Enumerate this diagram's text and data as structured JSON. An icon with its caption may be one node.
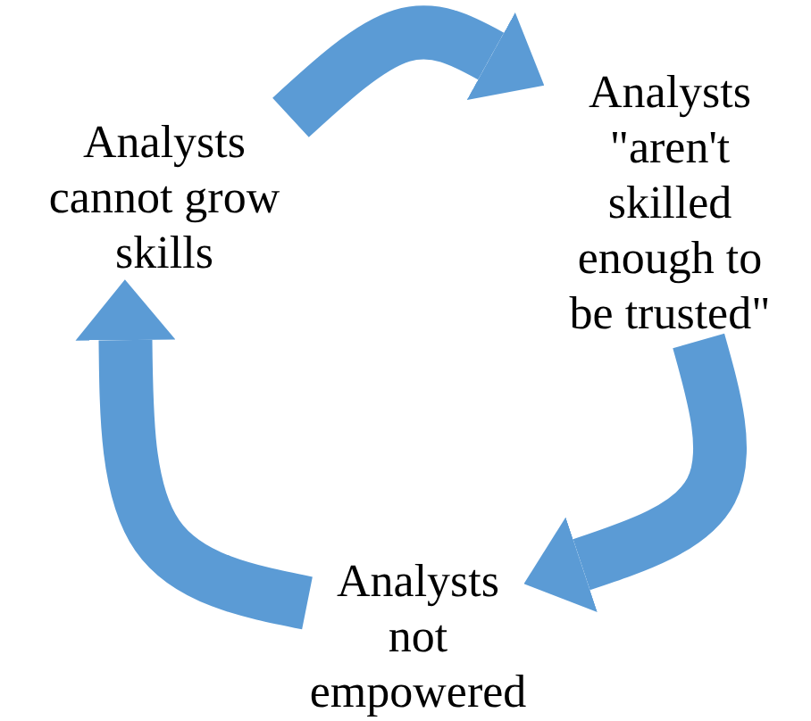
{
  "diagram": {
    "nodes": [
      {
        "text": [
          "Analysts \"aren't skilled enough to be trusted\""
        ]
      },
      {
        "text": [
          "Analysts not empowered"
        ]
      },
      {
        "text": [
          "Analysts cannot grow skills"
        ]
      }
    ],
    "edges": [
      {
        "from": 2,
        "to": 0,
        "arrow": "to"
      },
      {
        "from": 0,
        "to": 1,
        "arrow": "to"
      },
      {
        "from": 1,
        "to": 2,
        "arrow": "to"
      }
    ]
  }
}
